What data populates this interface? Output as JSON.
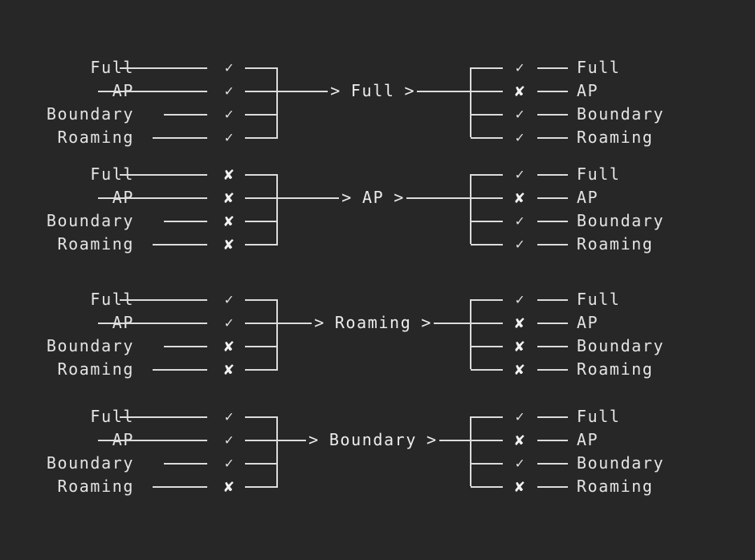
{
  "canvas": {
    "background": "#272727",
    "foreground": "#e4e4e4",
    "line_color": "#dcdcdc"
  },
  "glyphs": {
    "yes": "✓",
    "no": "✘",
    "chevron": ">",
    "arrow_head": ">"
  },
  "states": [
    "Full",
    "AP",
    "Boundary",
    "Roaming"
  ],
  "groups": [
    {
      "name": "full-transition",
      "centre_label": "Full",
      "inputs": [
        {
          "label": "Full",
          "mark": "yes"
        },
        {
          "label": "AP",
          "mark": "yes"
        },
        {
          "label": "Boundary",
          "mark": "yes"
        },
        {
          "label": "Roaming",
          "mark": "yes"
        }
      ],
      "outputs": [
        {
          "label": "Full",
          "mark": "yes"
        },
        {
          "label": "AP",
          "mark": "no"
        },
        {
          "label": "Boundary",
          "mark": "yes"
        },
        {
          "label": "Roaming",
          "mark": "yes"
        }
      ]
    },
    {
      "name": "ap-transition",
      "centre_label": "AP",
      "inputs": [
        {
          "label": "Full",
          "mark": "no"
        },
        {
          "label": "AP",
          "mark": "no"
        },
        {
          "label": "Boundary",
          "mark": "no"
        },
        {
          "label": "Roaming",
          "mark": "no"
        }
      ],
      "outputs": [
        {
          "label": "Full",
          "mark": "yes"
        },
        {
          "label": "AP",
          "mark": "no"
        },
        {
          "label": "Boundary",
          "mark": "yes"
        },
        {
          "label": "Roaming",
          "mark": "yes"
        }
      ]
    },
    {
      "name": "roaming-transition",
      "centre_label": "Roaming",
      "inputs": [
        {
          "label": "Full",
          "mark": "yes"
        },
        {
          "label": "AP",
          "mark": "yes"
        },
        {
          "label": "Boundary",
          "mark": "no"
        },
        {
          "label": "Roaming",
          "mark": "no"
        }
      ],
      "outputs": [
        {
          "label": "Full",
          "mark": "yes"
        },
        {
          "label": "AP",
          "mark": "no"
        },
        {
          "label": "Boundary",
          "mark": "no"
        },
        {
          "label": "Roaming",
          "mark": "no"
        }
      ]
    },
    {
      "name": "boundary-transition",
      "centre_label": "Boundary",
      "inputs": [
        {
          "label": "Full",
          "mark": "yes"
        },
        {
          "label": "AP",
          "mark": "yes"
        },
        {
          "label": "Boundary",
          "mark": "yes"
        },
        {
          "label": "Roaming",
          "mark": "no"
        }
      ],
      "outputs": [
        {
          "label": "Full",
          "mark": "yes"
        },
        {
          "label": "AP",
          "mark": "no"
        },
        {
          "label": "Boundary",
          "mark": "yes"
        },
        {
          "label": "Roaming",
          "mark": "no"
        }
      ]
    }
  ]
}
